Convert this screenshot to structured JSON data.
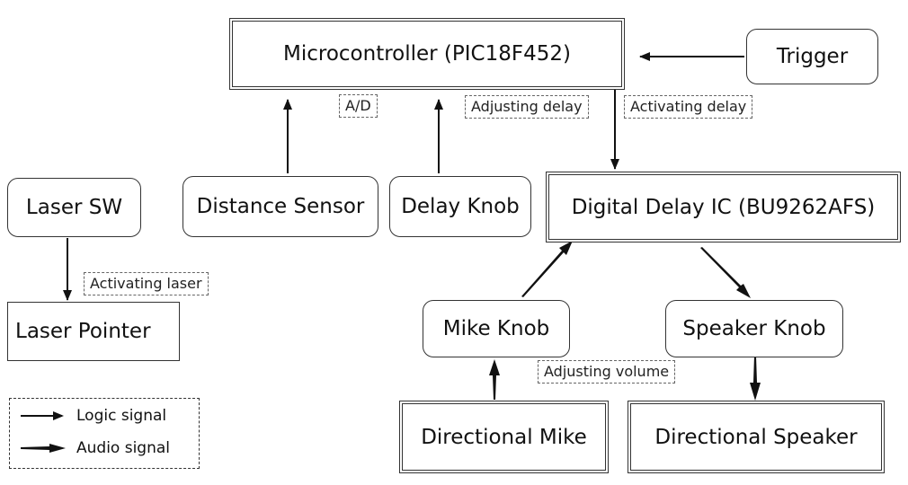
{
  "nodes": {
    "microcontroller": "Microcontroller (PIC18F452)",
    "trigger": "Trigger",
    "laser_sw": "Laser SW",
    "distance_sensor": "Distance Sensor",
    "delay_knob": "Delay Knob",
    "digital_delay_ic": "Digital Delay IC (BU9262AFS)",
    "laser_pointer": "Laser Pointer",
    "mike_knob": "Mike Knob",
    "speaker_knob": "Speaker Knob",
    "directional_mike": "Directional Mike",
    "directional_speaker": "Directional Speaker"
  },
  "edge_labels": {
    "ad": "A/D",
    "adjusting_delay": "Adjusting delay",
    "activating_delay": "Activating delay",
    "activating_laser": "Activating laser",
    "adjusting_volume": "Adjusting volume"
  },
  "edges": [
    {
      "from": "trigger",
      "to": "microcontroller",
      "signal": "logic"
    },
    {
      "from": "distance_sensor",
      "to": "microcontroller",
      "signal": "logic",
      "label": "ad"
    },
    {
      "from": "delay_knob",
      "to": "microcontroller",
      "signal": "logic"
    },
    {
      "from": "microcontroller",
      "to": "digital_delay_ic",
      "signal": "logic"
    },
    {
      "from": "laser_sw",
      "to": "laser_pointer",
      "signal": "logic"
    },
    {
      "from": "mike_knob",
      "to": "digital_delay_ic",
      "signal": "audio"
    },
    {
      "from": "digital_delay_ic",
      "to": "speaker_knob",
      "signal": "audio"
    },
    {
      "from": "directional_mike",
      "to": "mike_knob",
      "signal": "audio"
    },
    {
      "from": "speaker_knob",
      "to": "directional_speaker",
      "signal": "audio"
    }
  ],
  "legend": {
    "logic": "Logic signal",
    "audio": "Audio signal"
  }
}
